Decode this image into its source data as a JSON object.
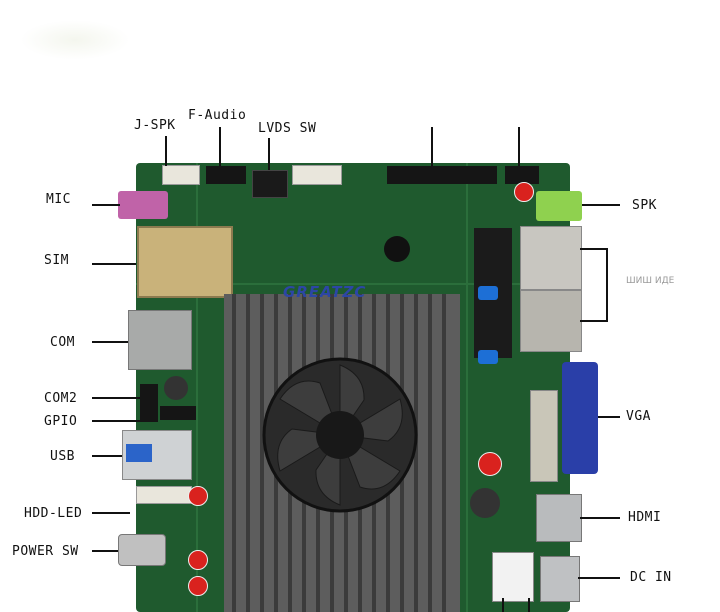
{
  "labels": {
    "j_spk": "J-SPK",
    "f_audio": "F-Audio",
    "lvds_sw": "LVDS SW",
    "mic": "MIC",
    "sim": "SIM",
    "com": "COM",
    "com2": "COM2",
    "gpio": "GPIO",
    "usb": "USB",
    "hdd_led": "HDD-LED",
    "power_sw": "POWER SW",
    "spk": "SPK",
    "vga": "VGA",
    "hdmi": "HDMI",
    "dc_in": "DC IN"
  },
  "board": {
    "logo_text": "GREATZC",
    "watermark_text": "ШИШ ИДЕ"
  },
  "colors": {
    "pcb": "#1f5a2e",
    "heatsink": "#5d5d5d",
    "vga_port": "#2a3fa8",
    "spk_jack": "#8fd14f",
    "mic_jack": "#c063a8",
    "memory_latch": "#1d6fd6"
  }
}
